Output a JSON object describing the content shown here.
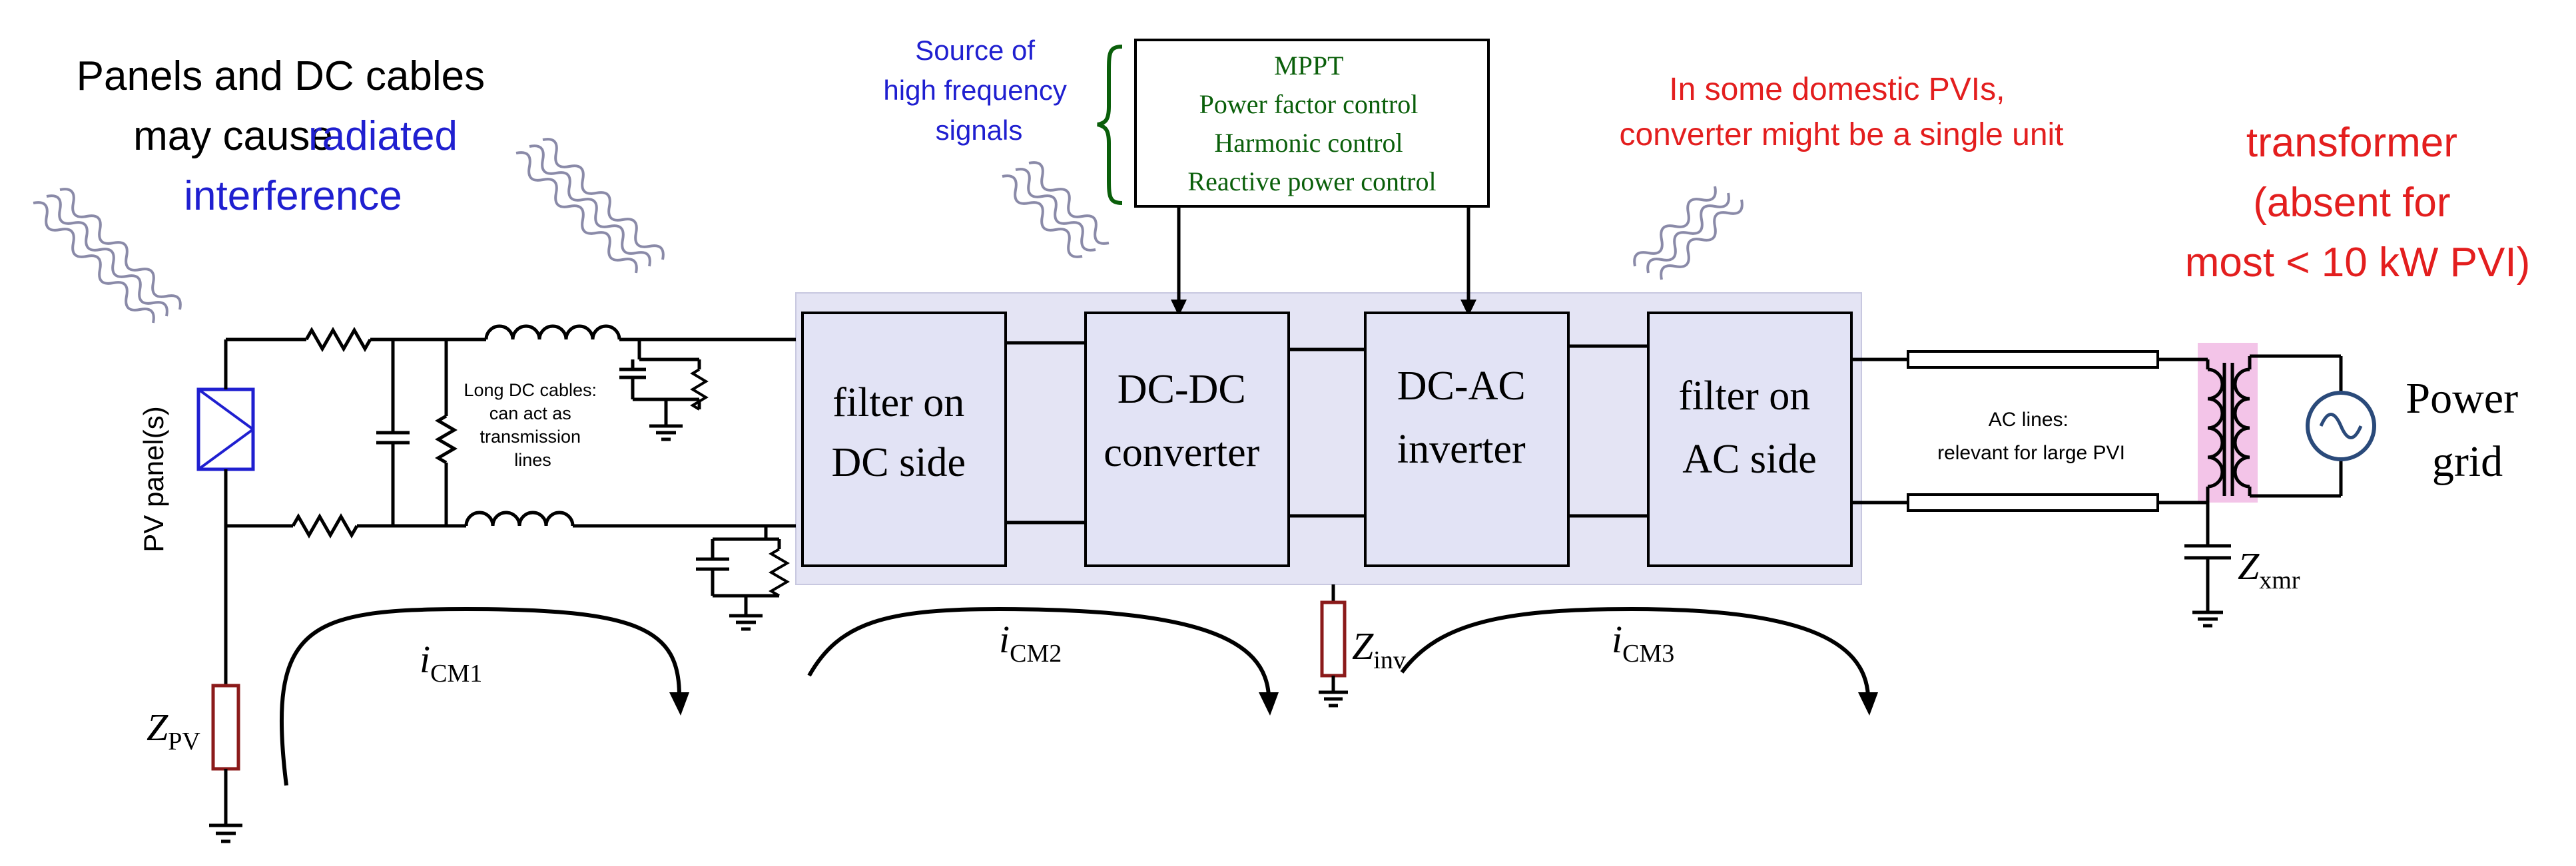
{
  "annotations": {
    "panels_line1": "Panels and DC cables",
    "panels_line2_prefix": "may cause ",
    "panels_line2_highlight": "radiated",
    "panels_line3": "interference",
    "source_line1": "Source of",
    "source_line2": "high frequency",
    "source_line3": "signals",
    "domestic_line1": "In some domestic PVIs,",
    "domestic_line2": "converter might be a single unit",
    "transformer_line1": "transformer",
    "transformer_line2": "(absent for",
    "transformer_line3": "most < 10 kW PVI)",
    "long_dc_line1": "Long DC cables:",
    "long_dc_line2": "can act as",
    "long_dc_line3": "transmission",
    "long_dc_line4": "lines",
    "ac_lines_line1": "AC lines:",
    "ac_lines_line2": "relevant for large PVI",
    "pv_panel_label": "PV panel(s)",
    "grid_line1": "Power",
    "grid_line2": "grid"
  },
  "control_box": {
    "items": [
      "MPPT",
      "Power factor control",
      "Harmonic control",
      "Reactive power control"
    ]
  },
  "blocks": [
    {
      "line1": "filter on",
      "line2": "DC side"
    },
    {
      "line1": "DC-DC",
      "line2": "converter"
    },
    {
      "line1": "DC-AC",
      "line2": "inverter"
    },
    {
      "line1": "filter on",
      "line2": "AC side"
    }
  ],
  "impedances": {
    "pv": {
      "main": "Z",
      "sub": "PV"
    },
    "inv": {
      "main": "Z",
      "sub": "inv"
    },
    "xmr": {
      "main": "Z",
      "sub": "xmr"
    }
  },
  "currents": {
    "cm1": {
      "main": "i",
      "sub": "CM1"
    },
    "cm2": {
      "main": "i",
      "sub": "CM2"
    },
    "cm3": {
      "main": "i",
      "sub": "CM3"
    }
  },
  "colors": {
    "blue_text": "#1f1fd0",
    "red_text": "#e31e1e",
    "green_text": "#0a5f0a",
    "block_fill": "#e2e3f5",
    "highlight_bg": "#e4e4f4",
    "transformer_bg": "#f3c4e8",
    "impedance_color": "#8b1a1a",
    "wave_color": "#8a8aa8"
  }
}
